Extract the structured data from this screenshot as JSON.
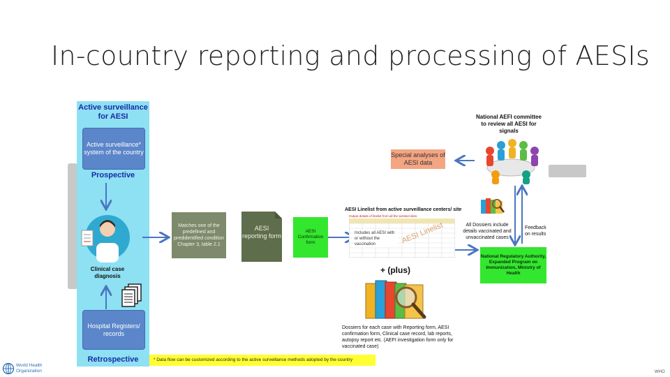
{
  "slide": {
    "title": "In-country reporting and processing of AESIs"
  },
  "left_panel": {
    "heading": "Active surveillance for AESI",
    "active_box": "Active surveillance* system of the country",
    "prospective": "Prospective",
    "clinical_diagnosis": "Clinical case diagnosis",
    "registers_box": "Hospital Registers/ records",
    "retrospective": "Retrospective"
  },
  "flow": {
    "match_box": "Matches one of the predefined and predidentified condition Chapter 3, table 2.1",
    "reporting_form": "AESI reporting form",
    "green_form": "AESI Confirmation form",
    "linelist_title": "AESI Linelist from active surveillance centers/ site",
    "linelist_sub": "Output details of linelist from all the sentinel sites",
    "linelist_note": "Includes all AESI with or without the vaccination",
    "linelist_watermark": "AESI Linelist",
    "plus": "+ (plus)",
    "dossiers_caption": "Dossiers for each case with Reporting form, AESI confirmation form, Clinical case record, lab reports, autopsy report etc. (AEFI investigation form only for vaccinated case)"
  },
  "right": {
    "committee": "National AEFI committee to review all AESI for signals",
    "special_analyses": "Special analyses of AESI data",
    "dossiers_note": "All Dossiers include details vaccinated and unvaccinated cases",
    "feedback": "Feedback on results",
    "nra_box": "National Regulatory Authority, Expanded Program on Immunization, Ministry of Health"
  },
  "footer": {
    "note": "* Data flow can be customized according to the active surveillance methods adopted by the country",
    "logo_text": "World Health Organization",
    "tag": "WHO"
  },
  "colors": {
    "panel": "#8ee0f3",
    "blue_box": "#5b86c9",
    "heading_blue": "#1a2aa8",
    "green": "#33e62e",
    "orange": "#f4a582",
    "olive": "#6b7a58",
    "arrow": "#4a76c0",
    "note_yellow": "#ffff33"
  }
}
